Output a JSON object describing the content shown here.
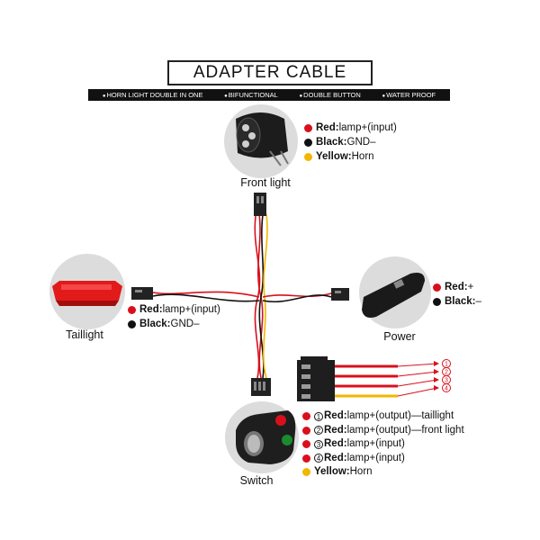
{
  "title": "ADAPTER  CABLE",
  "features": [
    "HORN LIGHT DOUBLE IN ONE",
    "BIFUNCTIONAL",
    "DOUBLE BUTTON",
    "WATER PROOF"
  ],
  "front_light": {
    "caption": "Front light",
    "legend": [
      {
        "color": "#d9101c",
        "label": "Red:",
        "text": "lamp+(input)"
      },
      {
        "color": "#111111",
        "label": "Black:",
        "text": "GND–"
      },
      {
        "color": "#f2b600",
        "label": "Yellow:",
        "text": "Horn"
      }
    ]
  },
  "taillight": {
    "caption": "Taillight",
    "legend": [
      {
        "color": "#d9101c",
        "label": "Red:",
        "text": "lamp+(input)"
      },
      {
        "color": "#111111",
        "label": "Black:",
        "text": "GND–"
      }
    ]
  },
  "power": {
    "caption": "Power",
    "legend": [
      {
        "color": "#d9101c",
        "label": "Red:",
        "text": "+"
      },
      {
        "color": "#111111",
        "label": "Black:",
        "text": "–"
      }
    ]
  },
  "switch": {
    "caption": "Switch",
    "legend": [
      {
        "color": "#d9101c",
        "num": "1",
        "label": "Red:",
        "text": "lamp+(output)—taillight"
      },
      {
        "color": "#d9101c",
        "num": "2",
        "label": "Red:",
        "text": "lamp+(output)—front light"
      },
      {
        "color": "#d9101c",
        "num": "3",
        "label": "Red:",
        "text": "lamp+(input)"
      },
      {
        "color": "#d9101c",
        "num": "4",
        "label": "Red:",
        "text": "lamp+(input)"
      },
      {
        "color": "#f2b600",
        "num": "",
        "label": "Yellow:",
        "text": "Horn"
      }
    ]
  },
  "connector_pins": [
    "1",
    "2",
    "3",
    "4"
  ],
  "colors": {
    "red": "#d9101c",
    "yellow": "#f2b600",
    "black": "#111111",
    "circle": "#dcdcdc"
  }
}
